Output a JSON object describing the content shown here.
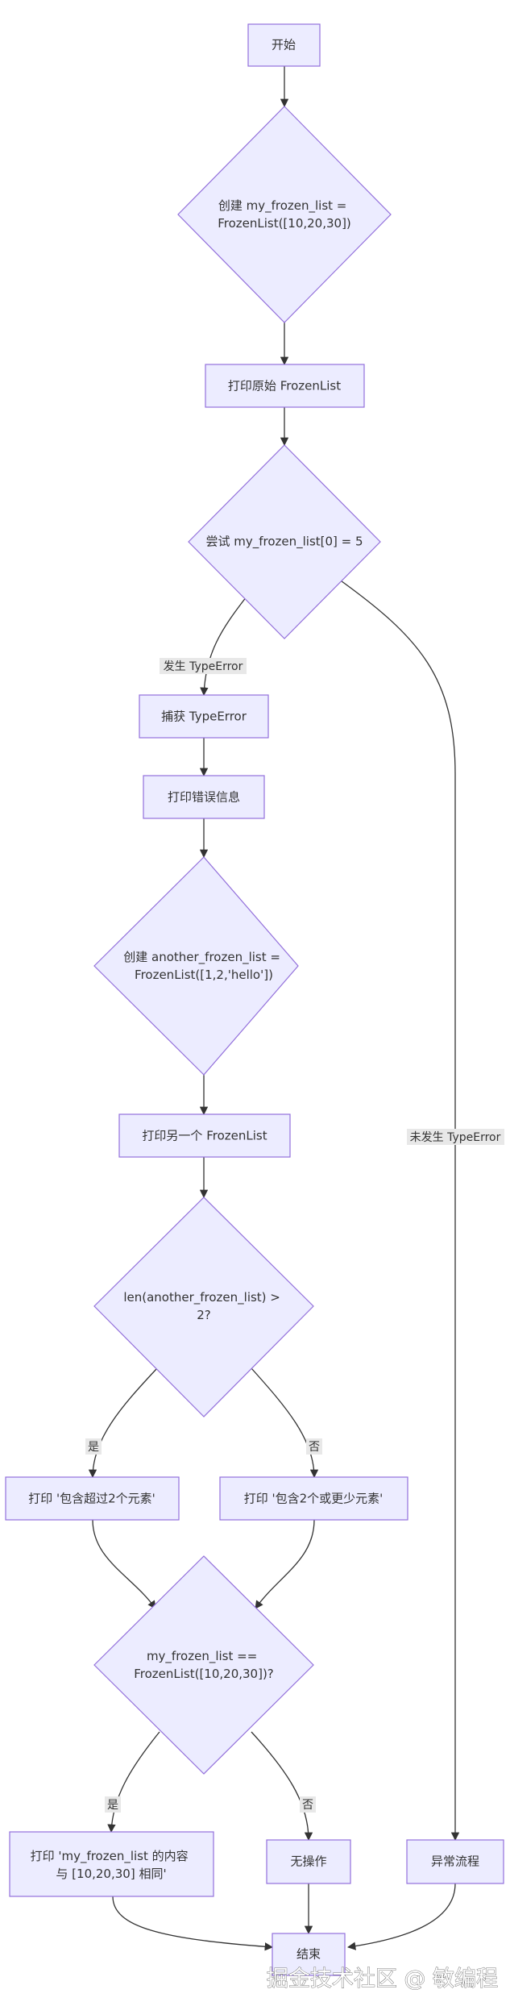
{
  "nodes": {
    "start": "开始",
    "create_list": [
      "创建 my_frozen_list =",
      "FrozenList([10,20,30])"
    ],
    "print_original": "打印原始 FrozenList",
    "try_modify": "尝试 my_frozen_list[0] = 5",
    "catch": "捕获 TypeError",
    "print_error": "打印错误信息",
    "create_another": [
      "创建 another_frozen_list =",
      "FrozenList([1,2,'hello'])"
    ],
    "print_another": "打印另一个 FrozenList",
    "len_check": [
      "len(another_frozen_list) >",
      "2?"
    ],
    "print_more": "打印 '包含超过2个元素'",
    "print_less": "打印 '包含2个或更少元素'",
    "eq_check": [
      "my_frozen_list ==",
      "FrozenList([10,20,30])?"
    ],
    "print_same": [
      "打印 'my_frozen_list 的内容",
      "与 [10,20,30] 相同'"
    ],
    "no_op": "无操作",
    "abnormal": "异常流程",
    "end": "结束"
  },
  "edge_labels": {
    "type_error": "发生 TypeError",
    "no_type_error": "未发生 TypeError",
    "yes_1": "是",
    "no_1": "否",
    "yes_2": "是",
    "no_2": "否"
  },
  "watermark": "掘金技术社区 @ 敏编程"
}
